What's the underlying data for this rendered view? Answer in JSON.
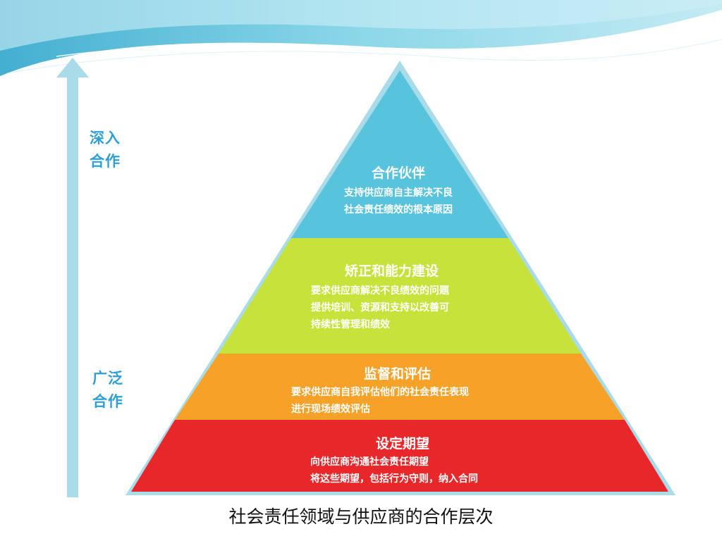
{
  "axis": {
    "top_label": [
      "深入",
      "合作"
    ],
    "bottom_label": [
      "广泛",
      "合作"
    ]
  },
  "pyramid": [
    {
      "title": "合作伙伴",
      "lines": [
        "支持供应商自主解决不良",
        "社会责任绩效的根本原因"
      ],
      "color": "#58c3dc"
    },
    {
      "title": "矫正和能力建设",
      "lines": [
        "要求供应商解决不良绩效的问题",
        "提供培训、资源和支持以改善可",
        "持续性管理和绩效"
      ],
      "color": "#c7e23a"
    },
    {
      "title": "监督和评估",
      "lines": [
        "要求供应商自我评估他们的社会责任表现",
        "进行现场绩效评估"
      ],
      "color": "#f6a228"
    },
    {
      "title": "设定期望",
      "lines": [
        "向供应商沟通社会责任期望",
        "将这些期望，包括行为守则，纳入合同"
      ],
      "color": "#e8272a"
    }
  ],
  "caption": "社会责任领域与供应商的合作层次",
  "colors": {
    "arrow": "#a9dbe9",
    "pyramid_outline": "#a9dbe9",
    "side_label": "#2e9fd6",
    "header_wave": "#5ec5dd"
  }
}
